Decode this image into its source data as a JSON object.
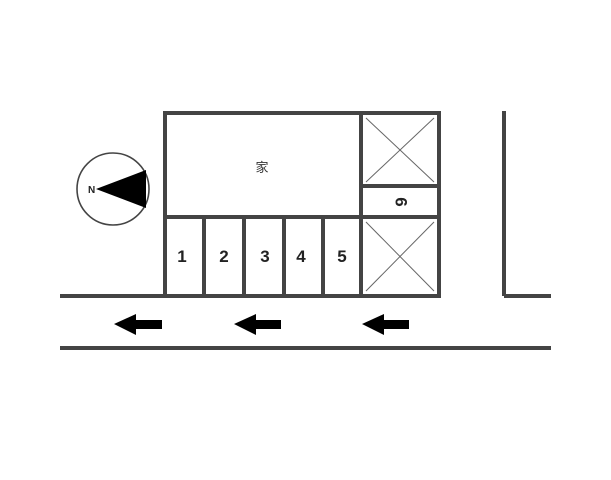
{
  "house": {
    "label": "家"
  },
  "compass": {
    "label": "N"
  },
  "parking_spaces": [
    {
      "label": "1"
    },
    {
      "label": "2"
    },
    {
      "label": "3"
    },
    {
      "label": "4"
    },
    {
      "label": "5"
    },
    {
      "label": "6"
    }
  ],
  "road": {
    "arrow_count": 3,
    "direction": "left"
  },
  "colors": {
    "line": "#444444",
    "arrow": "#000000",
    "background": "#ffffff"
  }
}
